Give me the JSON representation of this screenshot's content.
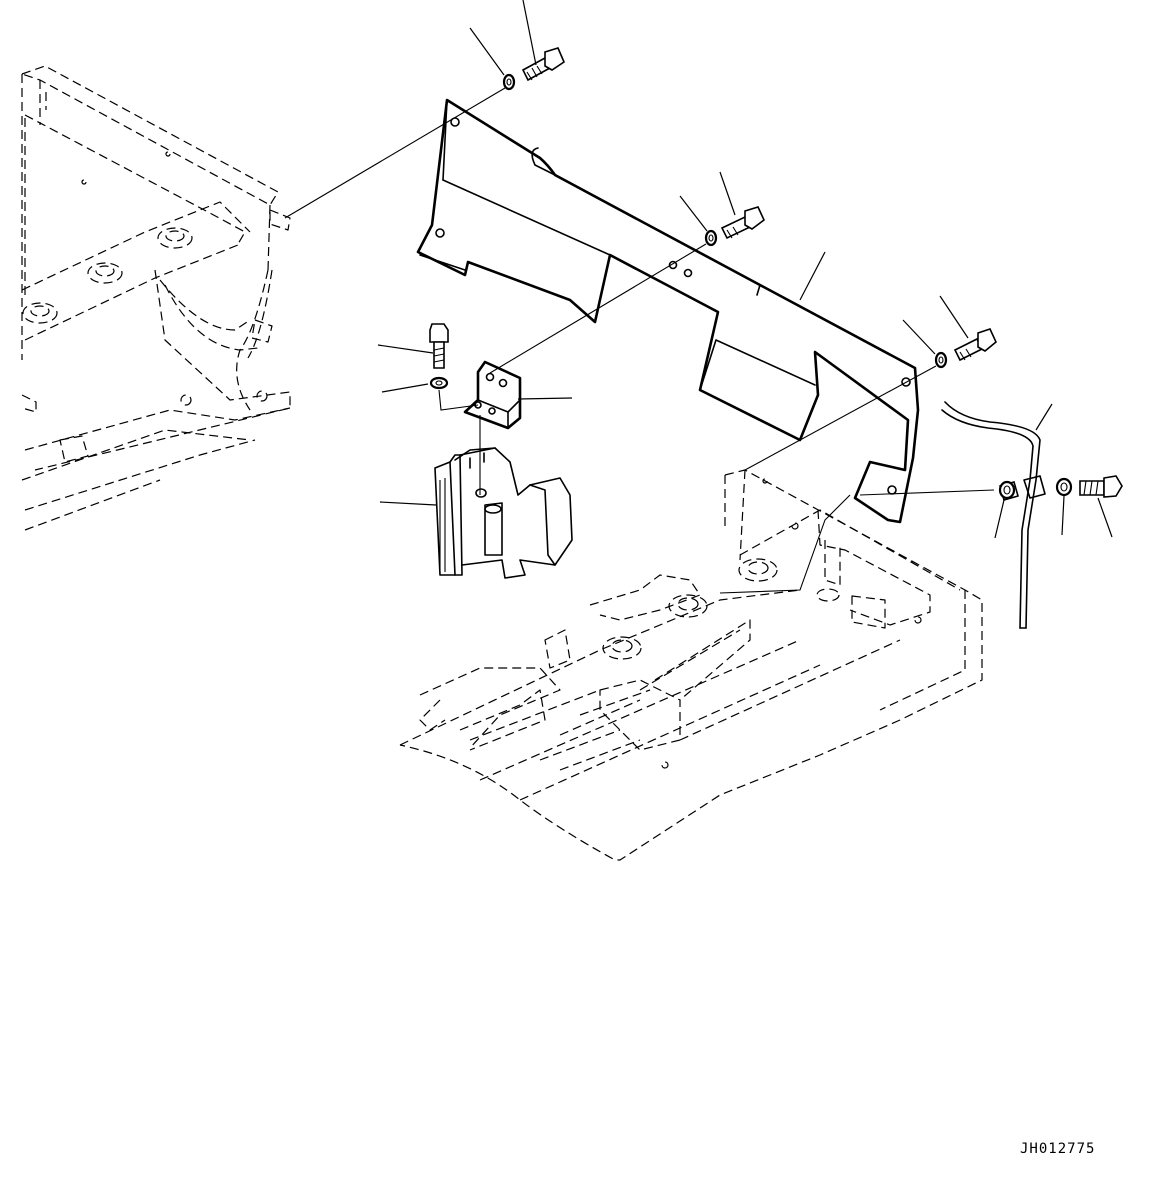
{
  "drawing": {
    "id": "JH012775"
  },
  "parts": [
    {
      "name": "left-frame",
      "style": "dashed"
    },
    {
      "name": "cover-plate",
      "style": "solid"
    },
    {
      "name": "bracket",
      "style": "solid"
    },
    {
      "name": "pump-block",
      "style": "solid"
    },
    {
      "name": "right-frame",
      "style": "dashed"
    },
    {
      "name": "hose",
      "style": "solid"
    },
    {
      "name": "bolts",
      "count": 5
    },
    {
      "name": "washers",
      "count": 5
    },
    {
      "name": "spacer",
      "count": 1
    }
  ]
}
